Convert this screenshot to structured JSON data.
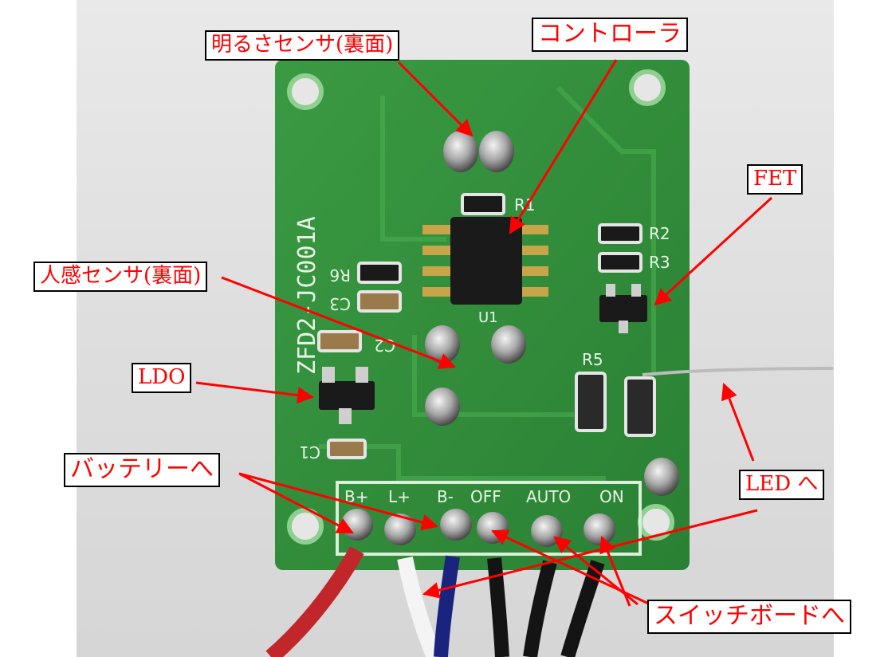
{
  "labels": {
    "brightness_sensor": "明るさセンサ(裏面)",
    "controller": "コントローラ",
    "fet": "FET",
    "motion_sensor": "人感センサ(裏面)",
    "ldo": "LDO",
    "battery": "バッテリーへ",
    "led": "LED へ",
    "switch_board": "スイッチボードへ"
  },
  "silkscreen": {
    "board_id": "ZFD2-JC001A",
    "r1": "R1",
    "r2": "R2",
    "r3": "R3",
    "r5": "R5",
    "r6": "R6",
    "c1": "C1",
    "c2": "C2",
    "c3": "C3",
    "u1": "U1",
    "terminals": {
      "bplus": "B+",
      "lplus": "L+",
      "bminus": "B-",
      "off": "OFF",
      "auto": "AUTO",
      "on": "ON"
    }
  },
  "colors": {
    "pcb": "#2f8f3a",
    "callout_text": "#ff0000",
    "arrow": "#ff0000"
  }
}
